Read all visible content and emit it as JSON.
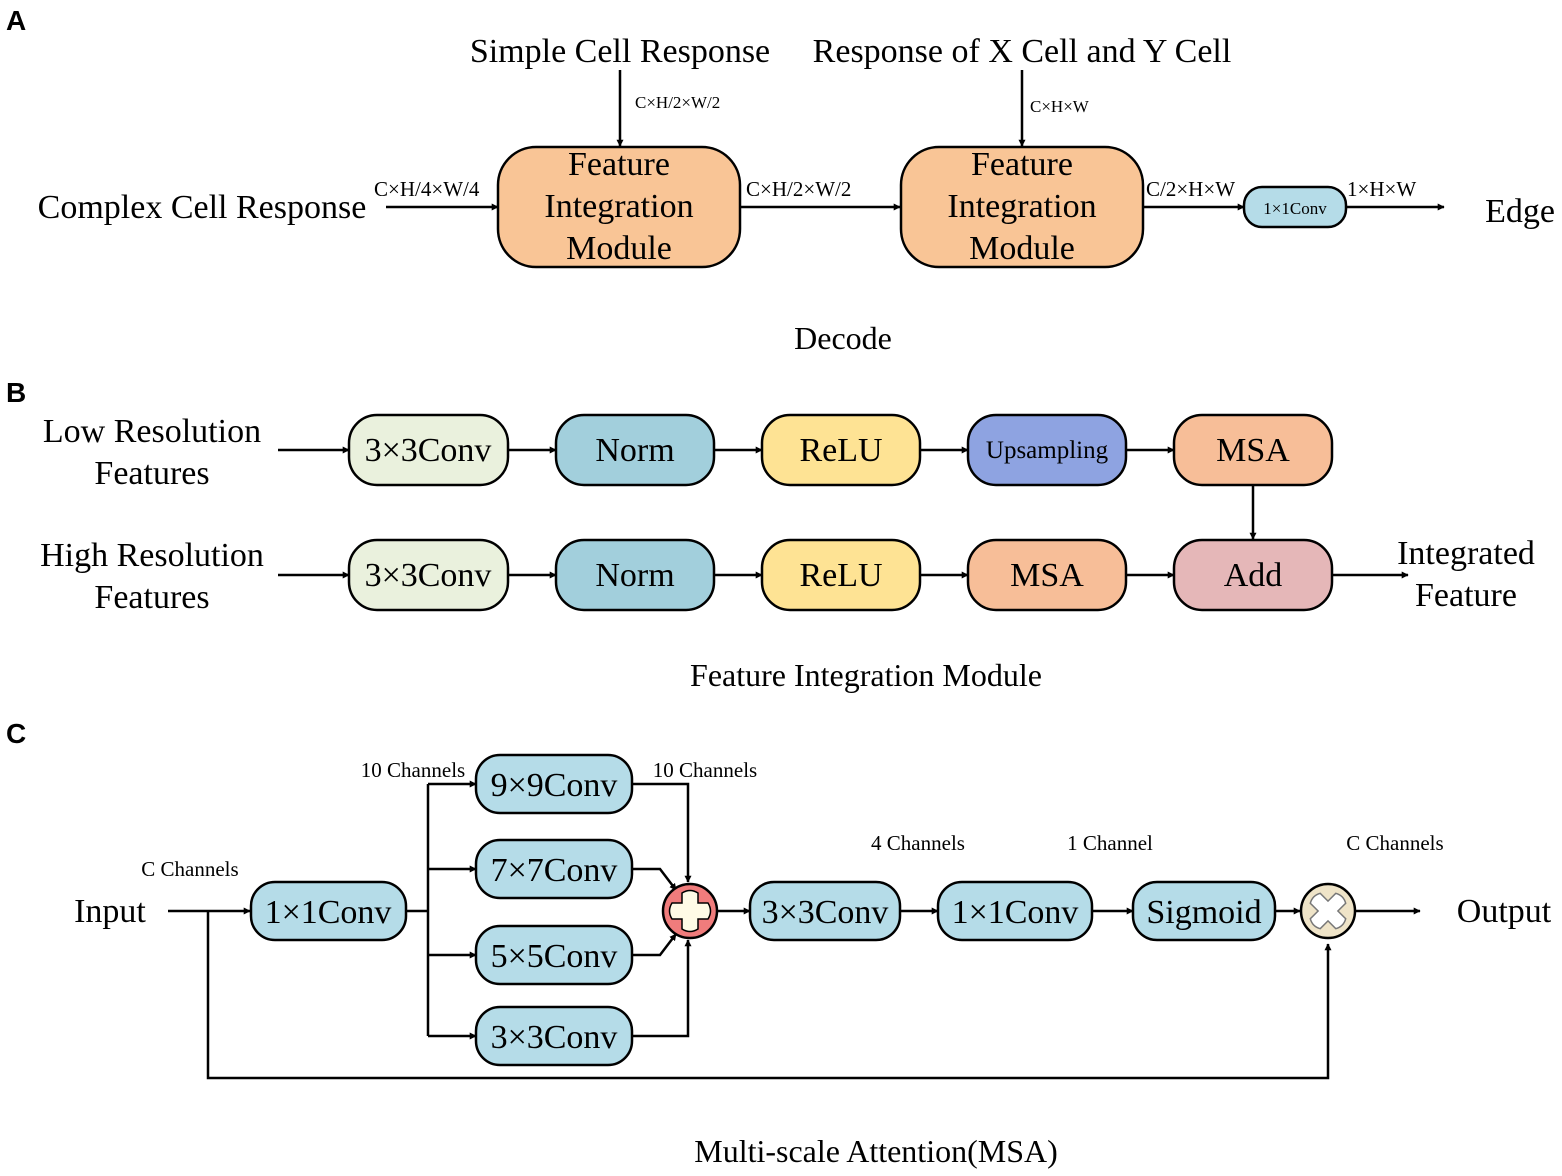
{
  "colors": {
    "orange": "#F9C596",
    "teal": "#A2CFDC",
    "lightblue": "#B5DCE8",
    "paleGreen": "#EAF1DD",
    "yellow": "#FEE394",
    "purple": "#8EA3E1",
    "salmon": "#F7BE98",
    "pink": "#E5B7B8",
    "red": "#F07C7C",
    "tan": "#EFE4C8",
    "cream": "#FFFBE6"
  },
  "panelA": {
    "letter": "A",
    "complex_label": "Complex Cell Response",
    "simple_label": "Simple Cell Response",
    "xy_label": "Response of X Cell and Y Cell",
    "module1_lines": [
      "Feature",
      "Integration",
      "Module"
    ],
    "module2_lines": [
      "Feature",
      "Integration",
      "Module"
    ],
    "conv_label": "1×1Conv",
    "edge_label": "Edge",
    "dim_in": "C×H/4×W/4",
    "dim_simple": "C×H/2×W/2",
    "dim_mid": "C×H/2×W/2",
    "dim_xy": "C×H×W",
    "dim_after2": "C/2×H×W",
    "dim_out": "1×H×W",
    "caption": "Decode"
  },
  "panelB": {
    "letter": "B",
    "low_lines": [
      "Low Resolution",
      "Features"
    ],
    "high_lines": [
      "High Resolution",
      "Features"
    ],
    "row1": [
      "3×3Conv",
      "Norm",
      "ReLU",
      "Upsampling",
      "MSA"
    ],
    "row2": [
      "3×3Conv",
      "Norm",
      "ReLU",
      "MSA",
      "Add"
    ],
    "output_lines": [
      "Integrated",
      "Feature"
    ],
    "caption": "Feature Integration Module"
  },
  "panelC": {
    "letter": "C",
    "input_label": "Input",
    "output_label": "Output",
    "conv_in": "1×1Conv",
    "branches": [
      "9×9Conv",
      "7×7Conv",
      "5×5Conv",
      "3×3Conv"
    ],
    "conv_after_add": "3×3Conv",
    "conv_1x1": "1×1Conv",
    "sigmoid": "Sigmoid",
    "ch_c_in": "C Channels",
    "ch_10_left": "10 Channels",
    "ch_10_right": "10 Channels",
    "ch_4": "4 Channels",
    "ch_1": "1 Channel",
    "ch_c_out": "C Channels",
    "add_icon": "plus-icon",
    "multiply_icon": "multiply-icon",
    "caption": "Multi-scale Attention(MSA)"
  }
}
